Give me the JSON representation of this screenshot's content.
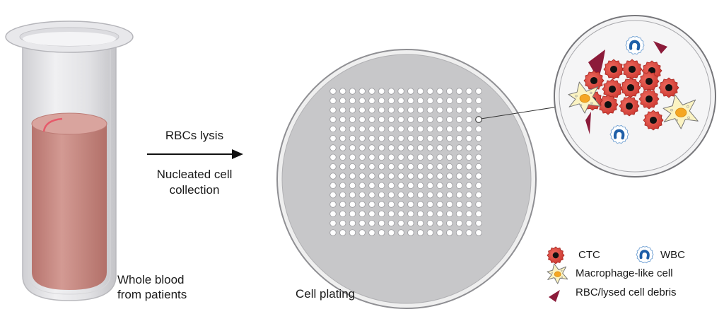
{
  "tube": {
    "label_line1": "Whole blood",
    "label_line2": "from patients",
    "blood_color": "#c98f89",
    "glass_color": "#e3e3e6"
  },
  "arrow": {
    "top_label": "RBCs lysis",
    "bottom_label_line1": "Nucleated cell",
    "bottom_label_line2": "collection"
  },
  "plate": {
    "label": "Cell plating",
    "rows": 16,
    "cols": 16,
    "color": "#c7c7c9"
  },
  "legend": {
    "ctc": "CTC",
    "wbc": "WBC",
    "macrophage": "Macrophage-like cell",
    "debris": "RBC/lysed cell debris"
  },
  "colors": {
    "ctc": "#d9453c",
    "ctc_nucleus": "#111111",
    "wbc_nucleus": "#1f5fa8",
    "macrophage": "#fbf3c2",
    "macrophage_nucleus": "#f5a623",
    "debris": "#8c1b3a"
  }
}
